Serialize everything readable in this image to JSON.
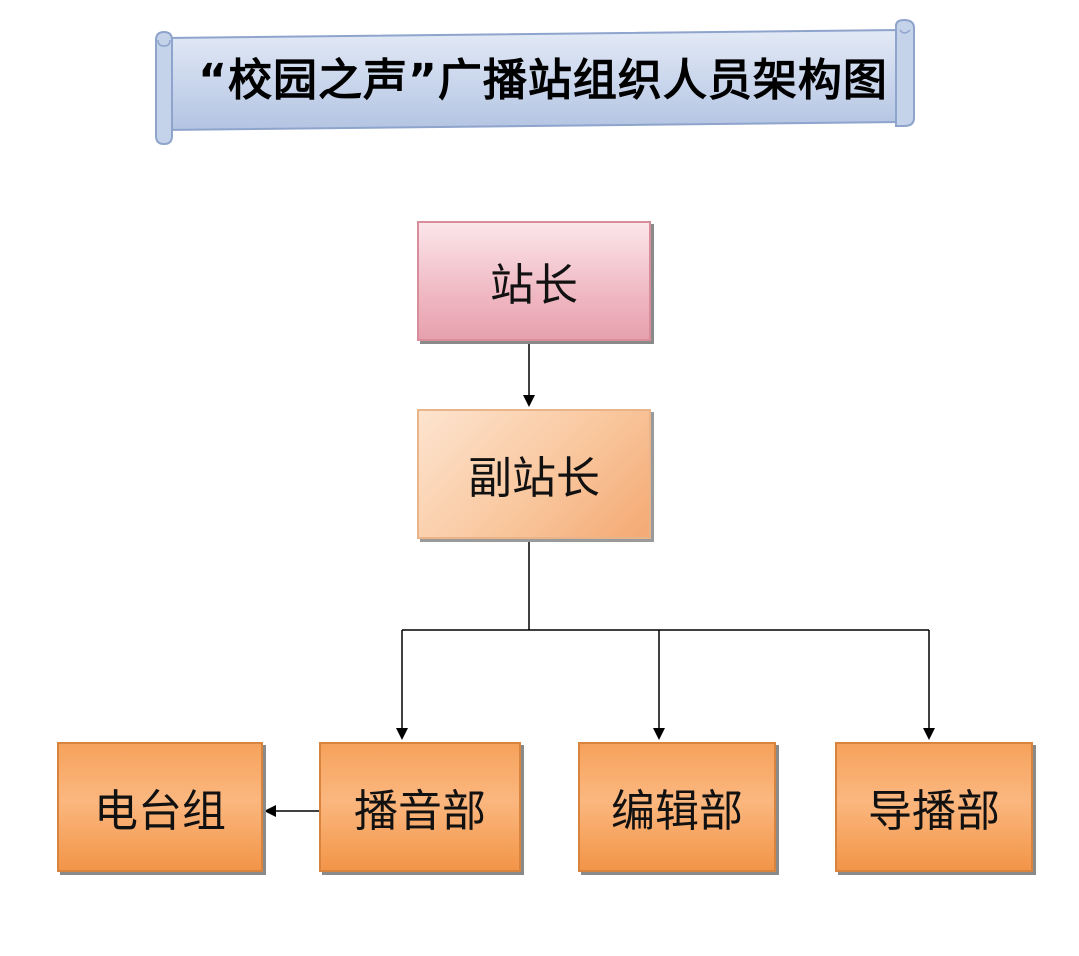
{
  "title": "“校园之声”广播站组织人员架构图",
  "nodes": {
    "director": "站长",
    "deputy": "副站长",
    "radio_group": "电台组",
    "broadcast_dept": "播音部",
    "editing_dept": "编辑部",
    "directing_dept": "导播部"
  },
  "colors": {
    "banner_fill": "#c9d6ec",
    "director_fill": "#f0b9c3",
    "deputy_fill": "#f9c79e",
    "dept_fill": "#f6a25c",
    "line": "#000000"
  }
}
